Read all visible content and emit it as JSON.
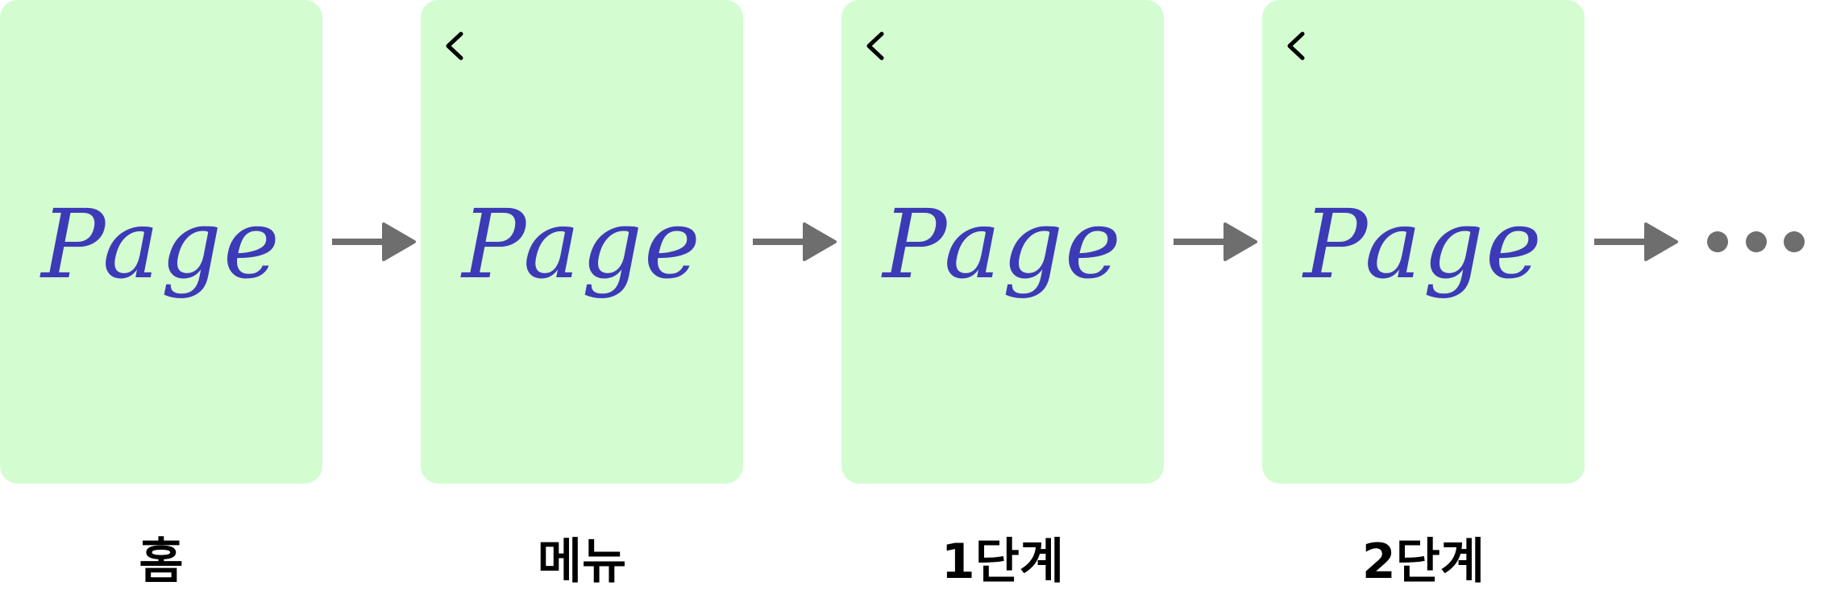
{
  "colors": {
    "card_fill": "#d3fdd1",
    "page_text": "#3c3ab7",
    "arrow": "#6e6e6e",
    "label": "#000000"
  },
  "icons": {
    "back": "chevron-left-icon",
    "arrow": "arrow-right-icon",
    "more": "ellipsis-icon"
  },
  "steps": [
    {
      "page_text": "Page",
      "label": "홈",
      "has_back": false
    },
    {
      "page_text": "Page",
      "label": "메뉴",
      "has_back": true
    },
    {
      "page_text": "Page",
      "label": "1단계",
      "has_back": true
    },
    {
      "page_text": "Page",
      "label": "2단계",
      "has_back": true
    }
  ]
}
